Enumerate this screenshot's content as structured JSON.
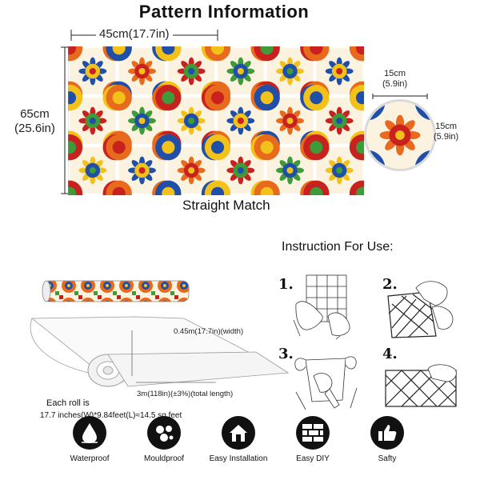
{
  "header": {
    "title": "Pattern Information"
  },
  "dimensions": {
    "width": "45cm(17.7in)",
    "height_cm": "65cm",
    "height_in": "(25.6in)",
    "tile_w_cm": "15cm",
    "tile_w_in": "(5.9in)",
    "tile_h_cm": "15cm",
    "tile_h_in": "(5.9in)",
    "match": "Straight Match"
  },
  "roll": {
    "width_label": "0.45m(17.7in)(width)",
    "length_label": "3m(118in)(±3%)(total length)",
    "summary_line1": "Each roll is",
    "summary_line2": "17.7 inches(W)*9.84feet(L)≈14.5 sq.feet"
  },
  "instructions": {
    "title": "Instruction For Use:",
    "steps": [
      {
        "num": "1."
      },
      {
        "num": "2."
      },
      {
        "num": "3."
      },
      {
        "num": "4."
      }
    ]
  },
  "features": [
    {
      "label": "Waterproof",
      "icon": "water-drop-icon"
    },
    {
      "label": "Mouldproof",
      "icon": "mould-icon"
    },
    {
      "label": "Easy Installation",
      "icon": "house-icon"
    },
    {
      "label": "Easy DIY",
      "icon": "brick-wall-icon"
    },
    {
      "label": "Safty",
      "icon": "thumbs-up-icon"
    }
  ],
  "colors": {
    "tile_blue": "#1f4fa8",
    "tile_orange": "#e86a1c",
    "tile_red": "#c8211f",
    "tile_yellow": "#f3c21a",
    "tile_green": "#3f9b3a",
    "tile_cream": "#fbf3e0"
  }
}
